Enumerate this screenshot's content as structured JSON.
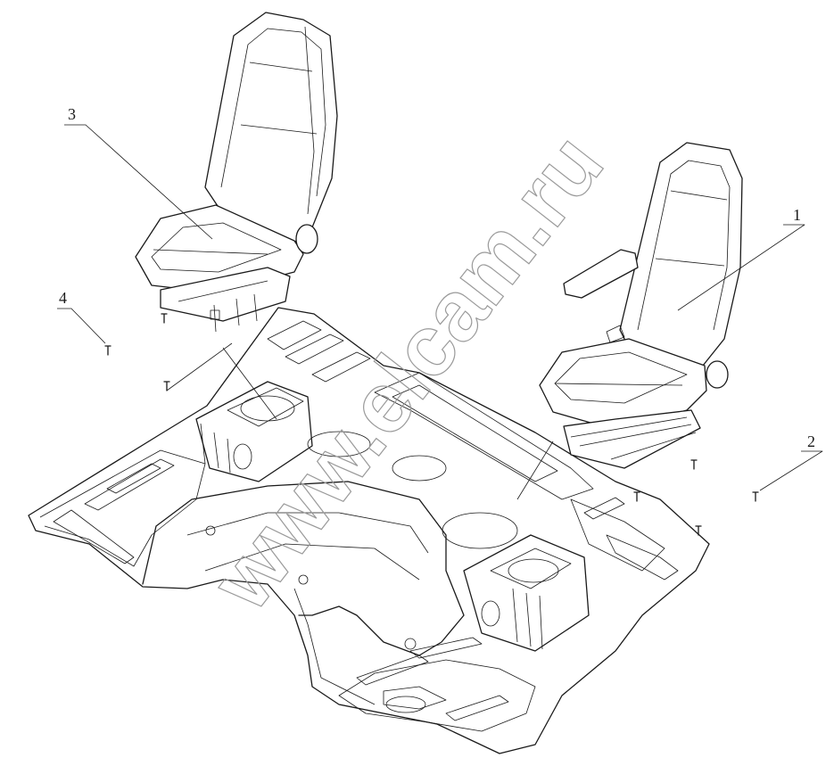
{
  "callouts": [
    {
      "id": "1",
      "label": "1"
    },
    {
      "id": "2",
      "label": "2"
    },
    {
      "id": "3",
      "label": "3"
    },
    {
      "id": "4",
      "label": "4"
    }
  ],
  "watermark": {
    "text": "www.elcam.ru"
  },
  "colors": {
    "line": "#1a1a1a",
    "background": "#ffffff",
    "watermark": "#9a9a9a"
  }
}
